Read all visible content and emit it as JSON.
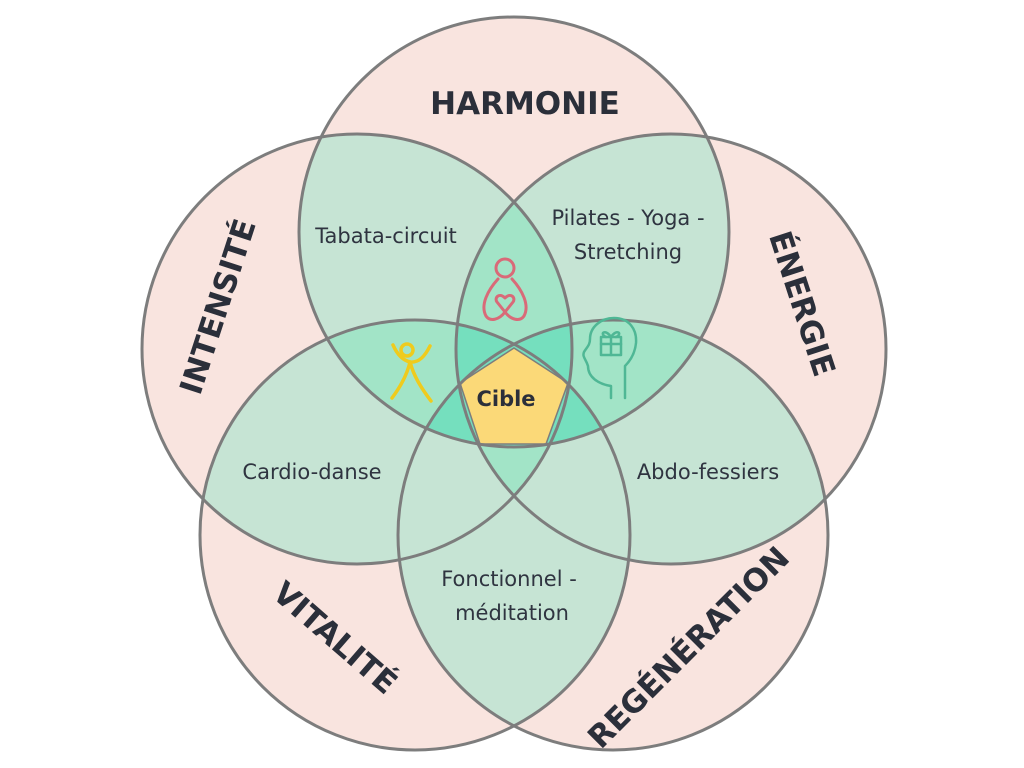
{
  "categories": {
    "harmonie": "HARMONIE",
    "energie": "ÉNERGIE",
    "regeneration": "REGÉNÉRATION",
    "vitalite": "VITALITÉ",
    "intensite": "INTENSITÉ"
  },
  "pairs": {
    "top_left": "Tabata-circuit",
    "top_right_line1": "Pilates - Yoga -",
    "top_right_line2": "Stretching",
    "right": "Abdo-fessiers",
    "bottom_line1": "Fonctionnel -",
    "bottom_line2": "méditation",
    "left": "Cardio-danse"
  },
  "center": "Cible",
  "icons": {
    "top": "meditation-heart-icon",
    "left": "dancer-icon",
    "right": "head-gift-icon"
  },
  "colors": {
    "outer": "#f9e4df",
    "pair": "#c6e4d4",
    "triple": "#a2e4c7",
    "quad": "#75dfbe",
    "center": "#fbd978",
    "stroke": "#7d7d7d",
    "icon_top": "#d96a78",
    "icon_left": "#efcb1d",
    "icon_right": "#4fb795"
  }
}
